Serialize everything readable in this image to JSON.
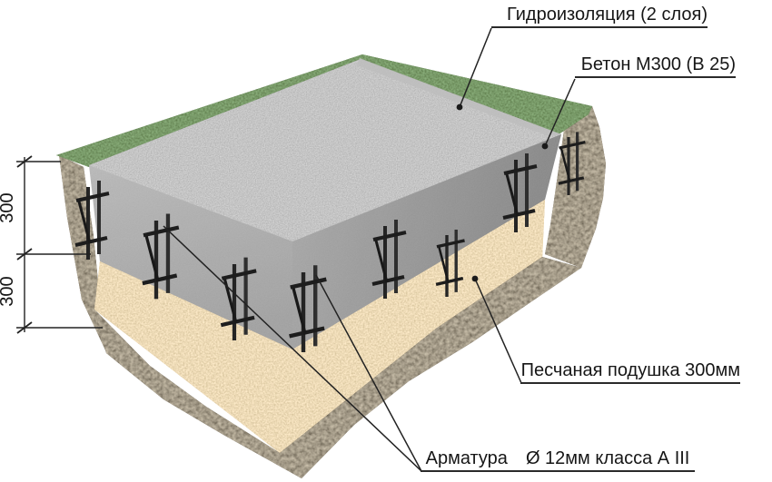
{
  "figure": {
    "type": "foundation-slab-diagram",
    "background": "#ffffff",
    "callouts": {
      "waterproofing": {
        "label": "Гидроизоляция (2 слоя)"
      },
      "concrete": {
        "label": "Бетон М300 (В 25)"
      },
      "sand_cushion": {
        "label": "Песчаная подушка 300мм"
      },
      "rebar": {
        "label": "Арматура",
        "spec": "Ø 12мм класса А III"
      }
    },
    "dimensions": {
      "concrete_thickness_mm": "300",
      "sand_thickness_mm": "300"
    },
    "colors": {
      "grass": "#305324",
      "soil": "#5e513f",
      "soil_dark": "#4f4434",
      "sand": "#d2b178",
      "concrete_top": "#8d8d8d",
      "concrete_face_light": "#aeaeae",
      "concrete_face_shaded": "#8f8f8f",
      "rebar": "#242424",
      "line": "#222222"
    }
  }
}
